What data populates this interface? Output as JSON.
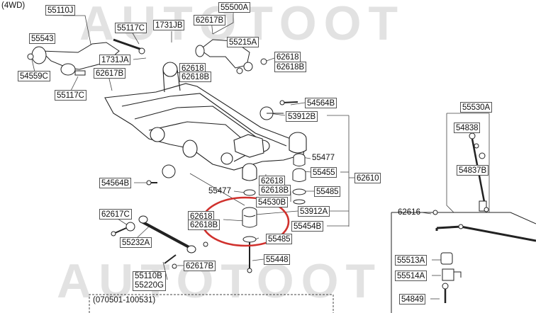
{
  "variant_label": "(4WD)",
  "watermark": "AUTOTOOT",
  "colors": {
    "highlight_circle": "#d0312d",
    "line": "#444444"
  },
  "part_labels": {
    "p55110J": "55110J",
    "p55500A": "55500A",
    "p62617B_top": "62617B",
    "p55543": "55543",
    "p55117C_top": "55117C",
    "p1731JB": "1731JB",
    "p55215A": "55215A",
    "p1731JA": "1731JA",
    "p62618_r1": "62618",
    "p62618B_r1": "62618B",
    "p54559C": "54559C",
    "p62617B_mid": "62617B",
    "p62618_c": "62618",
    "p62618B_c": "62618B",
    "p55117C_l": "55117C",
    "p54564B_r": "54564B",
    "p55530A": "55530A",
    "p53912B": "53912B",
    "p54838": "54838",
    "p55477_r": "55477",
    "p54837B": "54837B",
    "p55455": "55455",
    "p62610": "62610",
    "p54564B_l": "54564B",
    "p62618_m": "62618",
    "p62618B_m": "62618B",
    "p55477_l": "55477",
    "p55485_r": "55485",
    "p54530B": "54530B",
    "p53912A": "53912A",
    "p62616": "62616",
    "p62617C": "62617C",
    "p62618_hl": "62618",
    "p62618B_hl": "62618B",
    "p55454B": "55454B",
    "p55232A": "55232A",
    "p55485_b": "55485",
    "p55448": "55448",
    "p55513A": "55513A",
    "p62617B_b": "62617B",
    "p55110B": "55110B",
    "p55220G": "55220G",
    "p55514A": "55514A",
    "p54849": "54849",
    "date_range": "(070501-100531)"
  }
}
